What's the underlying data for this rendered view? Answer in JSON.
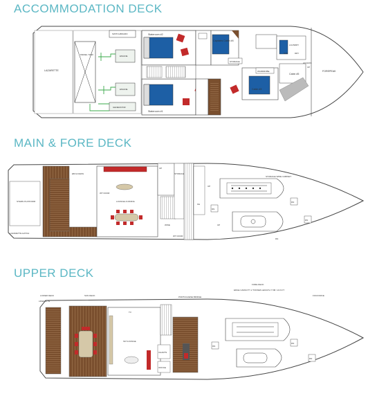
{
  "titles": {
    "accommodation": "ACCOMMODATION DECK",
    "main": "MAIN & FORE DECK",
    "upper": "UPPER DECK"
  },
  "accommodation": {
    "lazarette": "LAZARETTE",
    "switchboard": "SWITCHBOARD",
    "diesel_tank": "DIESEL TANK",
    "engine_top": "ENGINE",
    "engine_bottom": "ENGINE",
    "generator": "GENERATOR",
    "stateroom2": "Stateroom #2",
    "stateroom1": "Stateroom #1",
    "captains_cabin": "Captains Cabin #4",
    "cabin3": "Cabin #3",
    "cabin5": "Cabin #5",
    "storage": "STORAGE",
    "wardrobe": "WARDROBE",
    "laundry": "LAUNDRY",
    "shw": "S/W",
    "dry": "DRY",
    "access": "ACCESS",
    "forepeak": "FOREPEAK",
    "up": "UP"
  },
  "main": {
    "stern_platform": "STERN PLATFORM",
    "lazarette_hatch": "LAZARETTE HATCH",
    "eb_access": "EB ACCESS",
    "wt_door_top": "WT DOOR",
    "wt_door_bottom": "WT DOOR",
    "lounge_dining": "LOUNGE & DINING",
    "up": "UP",
    "up2": "UP",
    "up3": "UP",
    "dn": "DN",
    "dn2": "DN",
    "dn3": "DN",
    "dn4": "DN",
    "storage_tech": "STORAGE",
    "fe": "FE",
    "wine": "WINE",
    "storage_wine_cabinet": "STORAGE WINE CABINET"
  },
  "upper": {
    "lower_deck": "LOWER DECK",
    "sun_deck": "SUN DECK",
    "liferafts": "LIFERAFTS",
    "portuguese_bridge": "PORTUGUESE BRIDGE",
    "fore_deck": "FORE DECK",
    "boat_capacity": "EDGE CAPACITY 2 TONNES LENGTH 7.5M / 24.6 FT",
    "foc_force": "FOCFORCE",
    "tv": "TV",
    "sky_lounge": "SKYLOUNGE",
    "charts": "CHARTS",
    "office": "OFFICE",
    "dn": "DN",
    "dn2": "DN",
    "dn3": "DN"
  }
}
